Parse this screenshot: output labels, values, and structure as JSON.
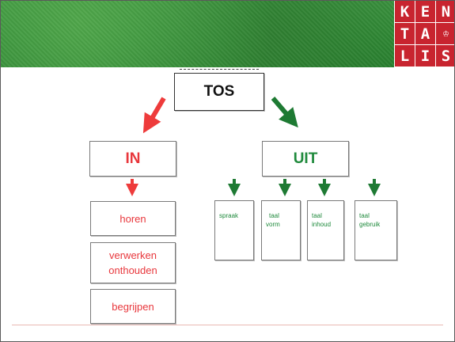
{
  "logo": {
    "letters": [
      "K",
      "E",
      "N",
      "T",
      "A",
      "♔",
      "L",
      "I",
      "S"
    ]
  },
  "diagram": {
    "root": "TOS",
    "branches": {
      "in": {
        "label": "IN",
        "items": [
          "horen",
          "verwerken\nonthouden",
          "begrijpen"
        ]
      },
      "uit": {
        "label": "UIT",
        "items": [
          "spraak",
          "taal\nvorm",
          "taal\ninhoud",
          "taal\ngebruik"
        ]
      }
    }
  },
  "colors": {
    "red": "#e8373c",
    "green": "#1f8a3c",
    "logo_bg": "#c8242f"
  },
  "icons": [
    "arrow-down-left-red",
    "arrow-down-right-green",
    "arrow-down-red",
    "arrow-down-green"
  ]
}
